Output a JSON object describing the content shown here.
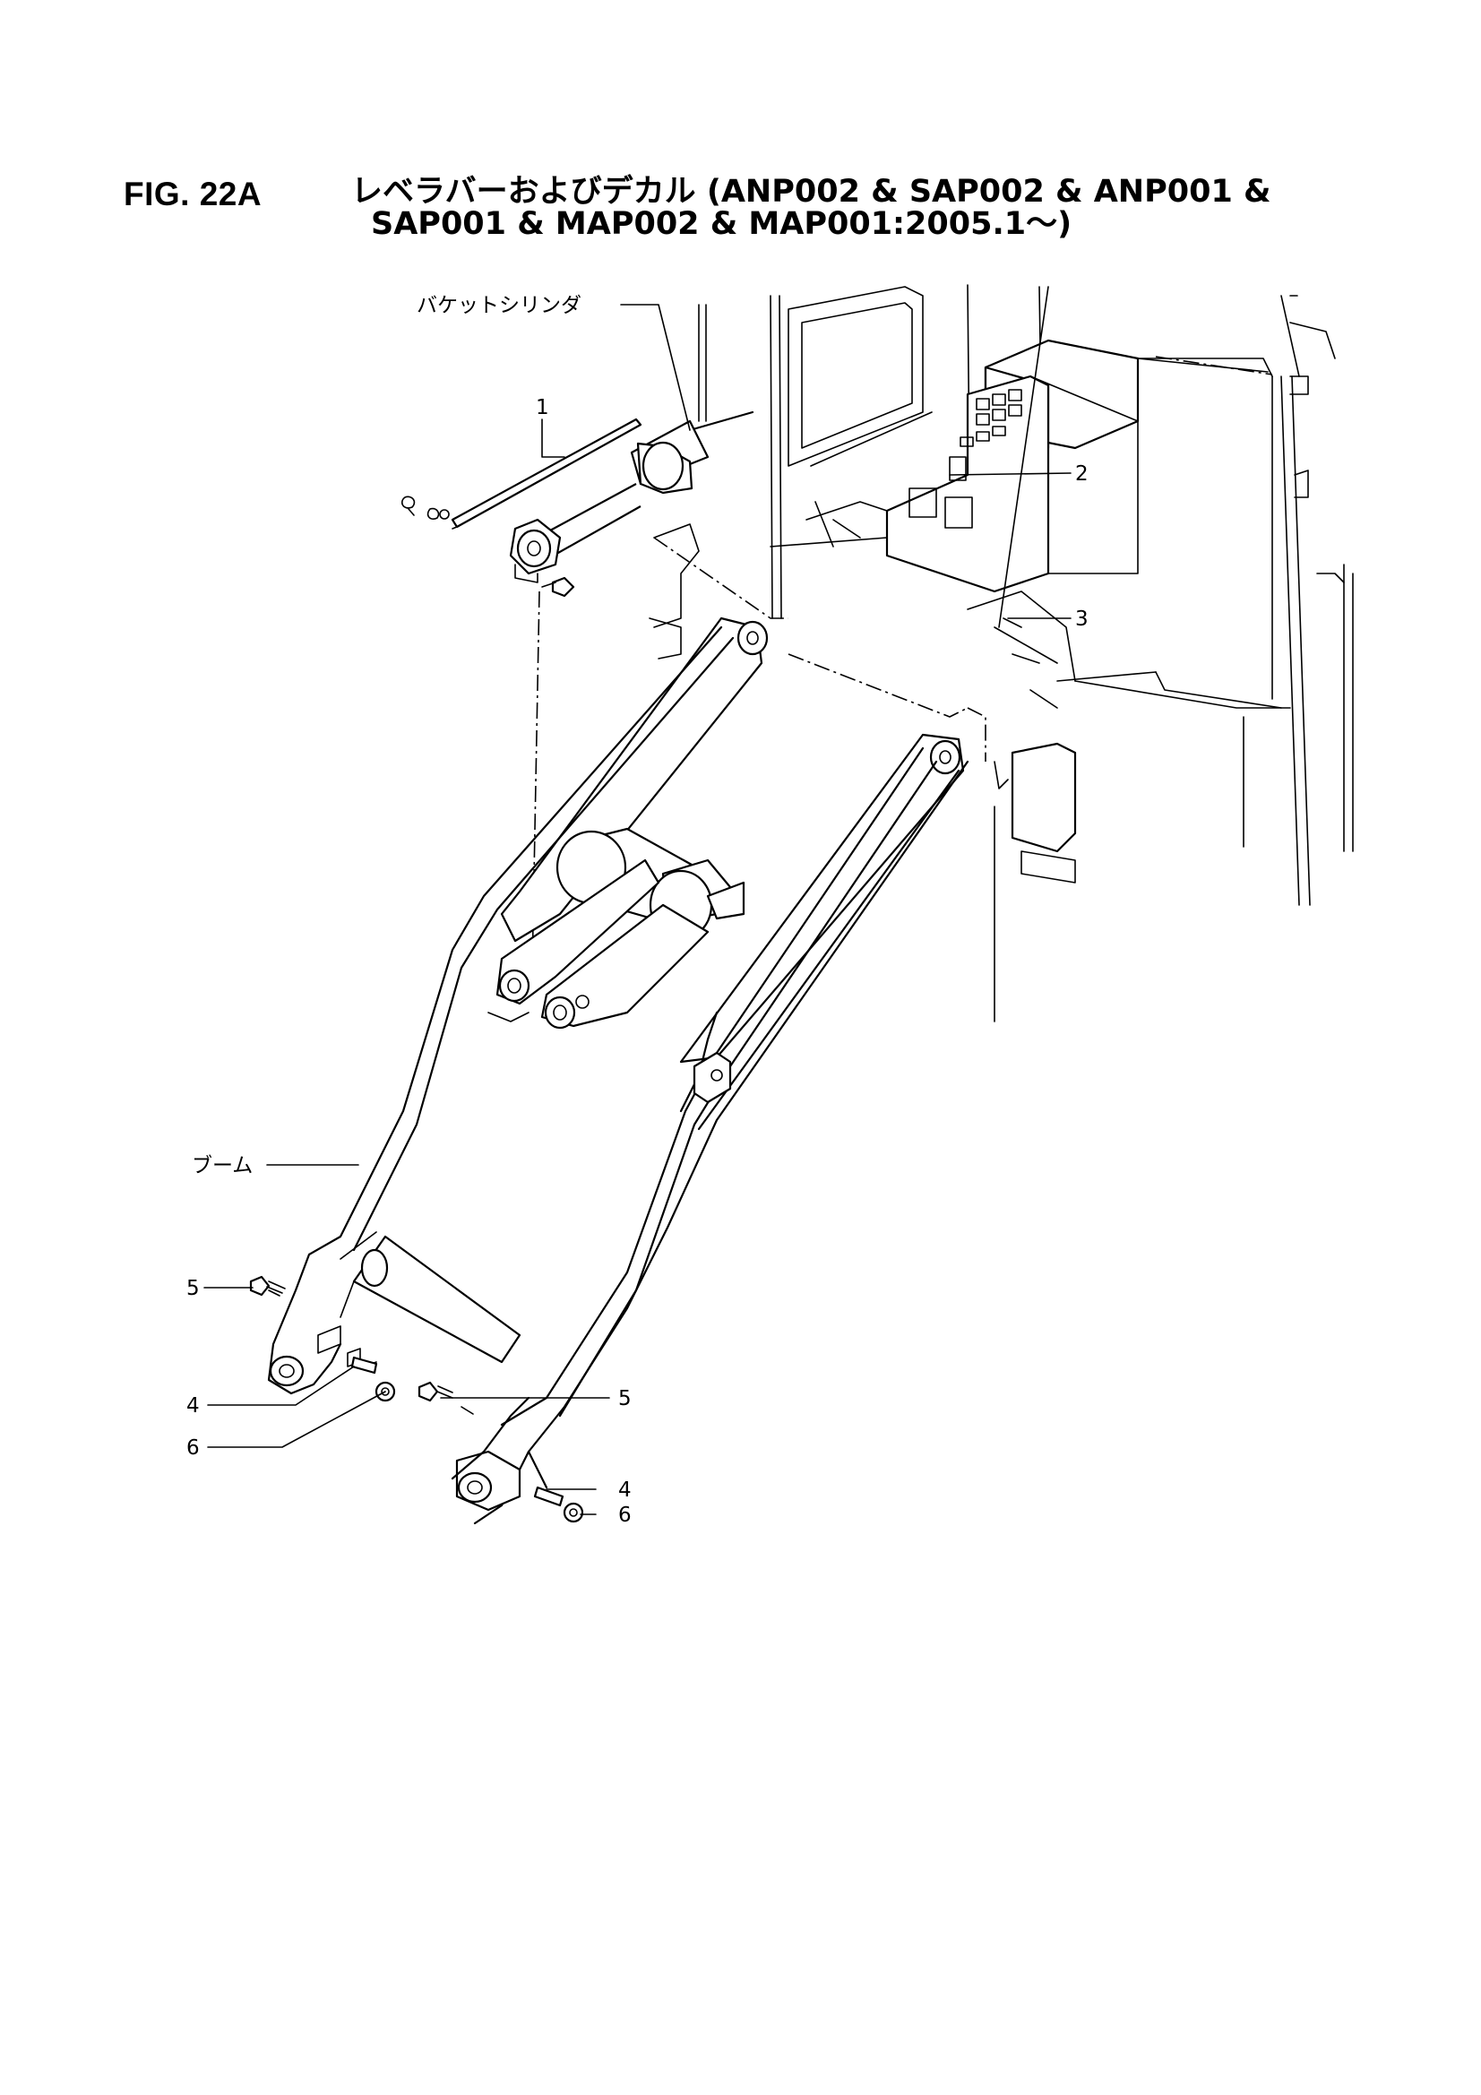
{
  "figure": {
    "number": "FIG. 22A",
    "title_line1": "レベラバーおよびデカル (ANP002 & SAP002 & ANP001 &",
    "title_line2": "SAP001 & MAP002 & MAP001:2005.1〜)"
  },
  "labels": {
    "bucket_cylinder": "バケットシリンダ",
    "boom": "ブーム"
  },
  "callouts": [
    {
      "id": "c1",
      "text": "1"
    },
    {
      "id": "c2",
      "text": "2"
    },
    {
      "id": "c3",
      "text": "3"
    },
    {
      "id": "c5a",
      "text": "5"
    },
    {
      "id": "c4a",
      "text": "4"
    },
    {
      "id": "c6a",
      "text": "6"
    },
    {
      "id": "c5b",
      "text": "5"
    },
    {
      "id": "c4b",
      "text": "4"
    },
    {
      "id": "c6b",
      "text": "6"
    }
  ]
}
